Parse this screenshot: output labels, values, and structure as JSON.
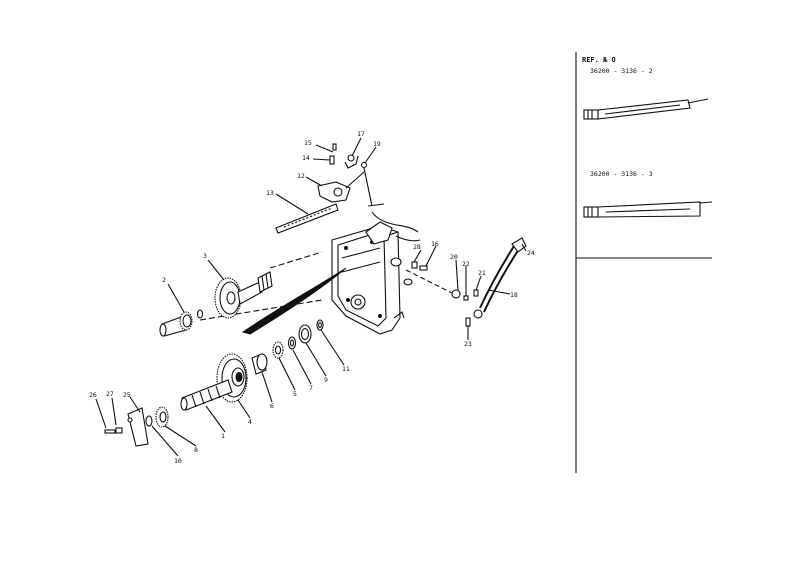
{
  "ref_panel": {
    "title": "REF. № O",
    "variant_a": "36200 - 3136 - 2",
    "variant_b": "36200 - 3136 - 3"
  },
  "callouts": {
    "n1": "1",
    "n2": "2",
    "n3": "3",
    "n4": "4",
    "n5": "5",
    "n6": "6",
    "n7": "7",
    "n8": "8",
    "n9": "9",
    "n10": "10",
    "n11": "11",
    "n12": "12",
    "n13": "13",
    "n14": "14",
    "n15": "15",
    "n16": "16",
    "n17": "17",
    "n18": "18",
    "n19": "19",
    "n20": "20",
    "n21": "21",
    "n22": "22",
    "n23": "23",
    "n24": "24",
    "n25": "25",
    "n26": "26",
    "n27": "27",
    "n28": "28"
  }
}
